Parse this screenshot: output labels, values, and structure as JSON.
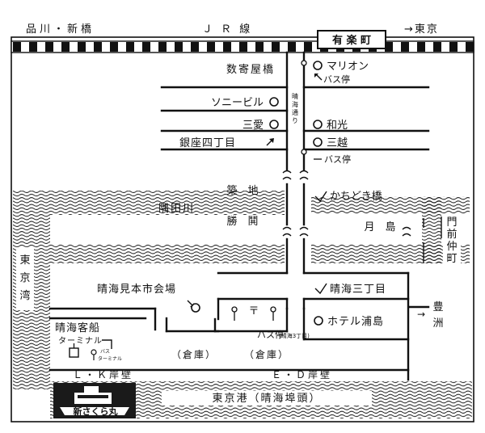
{
  "rail": {
    "left_label": "品川・新橋",
    "jr_label": "Ｊ Ｒ 線",
    "right_label": "→東京",
    "station": "有 楽 町"
  },
  "streets": {
    "harumi_dori": "晴海通り",
    "sukiyabashi": "数寄屋橋",
    "ginza4": "銀座四丁目",
    "tsukiji": "築　地",
    "kachidoki": "勝　鬨",
    "harumi3": "晴海三丁目",
    "kachidokibashi": "かちどき橋"
  },
  "landmarks": {
    "marion": "マリオン",
    "sony": "ソニービル",
    "sanai": "三愛",
    "wako": "和光",
    "mitsukoshi": "三越",
    "hotel": "ホテル浦島",
    "trade_center": "晴海見本市会場",
    "warehouse_1": "（倉庫）",
    "warehouse_2": "（倉庫）",
    "terminal_line1": "晴海客船",
    "terminal_line2": "ターミナル"
  },
  "bus": {
    "marion_stop": "バス停",
    "mitsukoshi_stop": "バス停",
    "harumi_stop": "バス停",
    "harumi_stop_note": "(晴海3丁目)",
    "terminal_line1": "バス",
    "terminal_line2": "ターミナル"
  },
  "water": {
    "sumida": "隅田川",
    "tokyo_bay": "東京湾",
    "harbor": "東京港（晴海埠頭）",
    "tsukishima": "月　島",
    "monzen": "門前仲町",
    "toyosu": "豊洲"
  },
  "piers": {
    "lk": "Ｌ・Ｋ岸壁",
    "ed": "Ｅ・Ｄ岸壁"
  },
  "ship": {
    "name": "新さくら丸"
  }
}
